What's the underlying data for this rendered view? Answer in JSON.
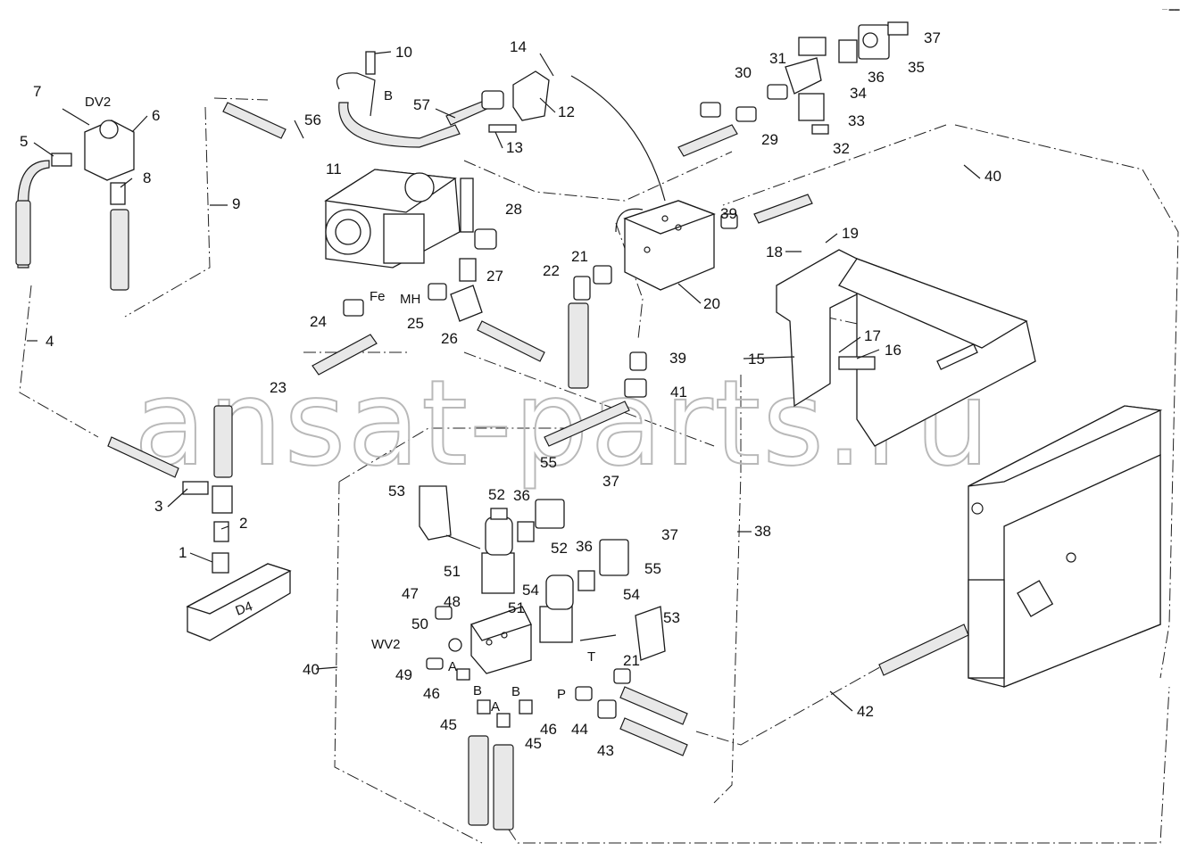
{
  "watermark": "ansat-parts.ru",
  "corner_mark": "— ▬▬",
  "labels": {
    "l1": "1",
    "l2": "2",
    "l3": "3",
    "l4": "4",
    "l5": "5",
    "l6": "6",
    "l7": "7",
    "l8": "8",
    "l9": "9",
    "l10": "10",
    "l11": "11",
    "l12": "12",
    "l13": "13",
    "l14": "14",
    "l15": "15",
    "l16": "16",
    "l17": "17",
    "l18": "18",
    "l19": "19",
    "l20": "20",
    "l21a": "21",
    "l21b": "21",
    "l22": "22",
    "l23": "23",
    "l24": "24",
    "l25": "25",
    "l26": "26",
    "l27": "27",
    "l28": "28",
    "l29": "29",
    "l30": "30",
    "l31": "31",
    "l32": "32",
    "l33": "33",
    "l34": "34",
    "l35": "35",
    "l36a": "36",
    "l36b": "36",
    "l36c": "36",
    "l37a": "37",
    "l37b": "37",
    "l37c": "37",
    "l38": "38",
    "l39a": "39",
    "l39b": "39",
    "l40a": "40",
    "l40b": "40",
    "l41": "41",
    "l42": "42",
    "l43": "43",
    "l44": "44",
    "l45a": "45",
    "l45b": "45",
    "l46a": "46",
    "l46b": "46",
    "l47": "47",
    "l48": "48",
    "l49": "49",
    "l50": "50",
    "l51a": "51",
    "l51b": "51",
    "l52a": "52",
    "l52b": "52",
    "l53a": "53",
    "l53b": "53",
    "l54a": "54",
    "l54b": "54",
    "l55a": "55",
    "l55b": "55",
    "l56": "56",
    "l57": "57"
  },
  "tags": {
    "dv2": "DV2",
    "d4": "D4",
    "wv2": "WV2",
    "fe": "Fe",
    "mh": "MH",
    "b_top": "B",
    "a1": "A",
    "a2": "A",
    "b1": "B",
    "b2": "B",
    "t": "T",
    "p": "P"
  }
}
